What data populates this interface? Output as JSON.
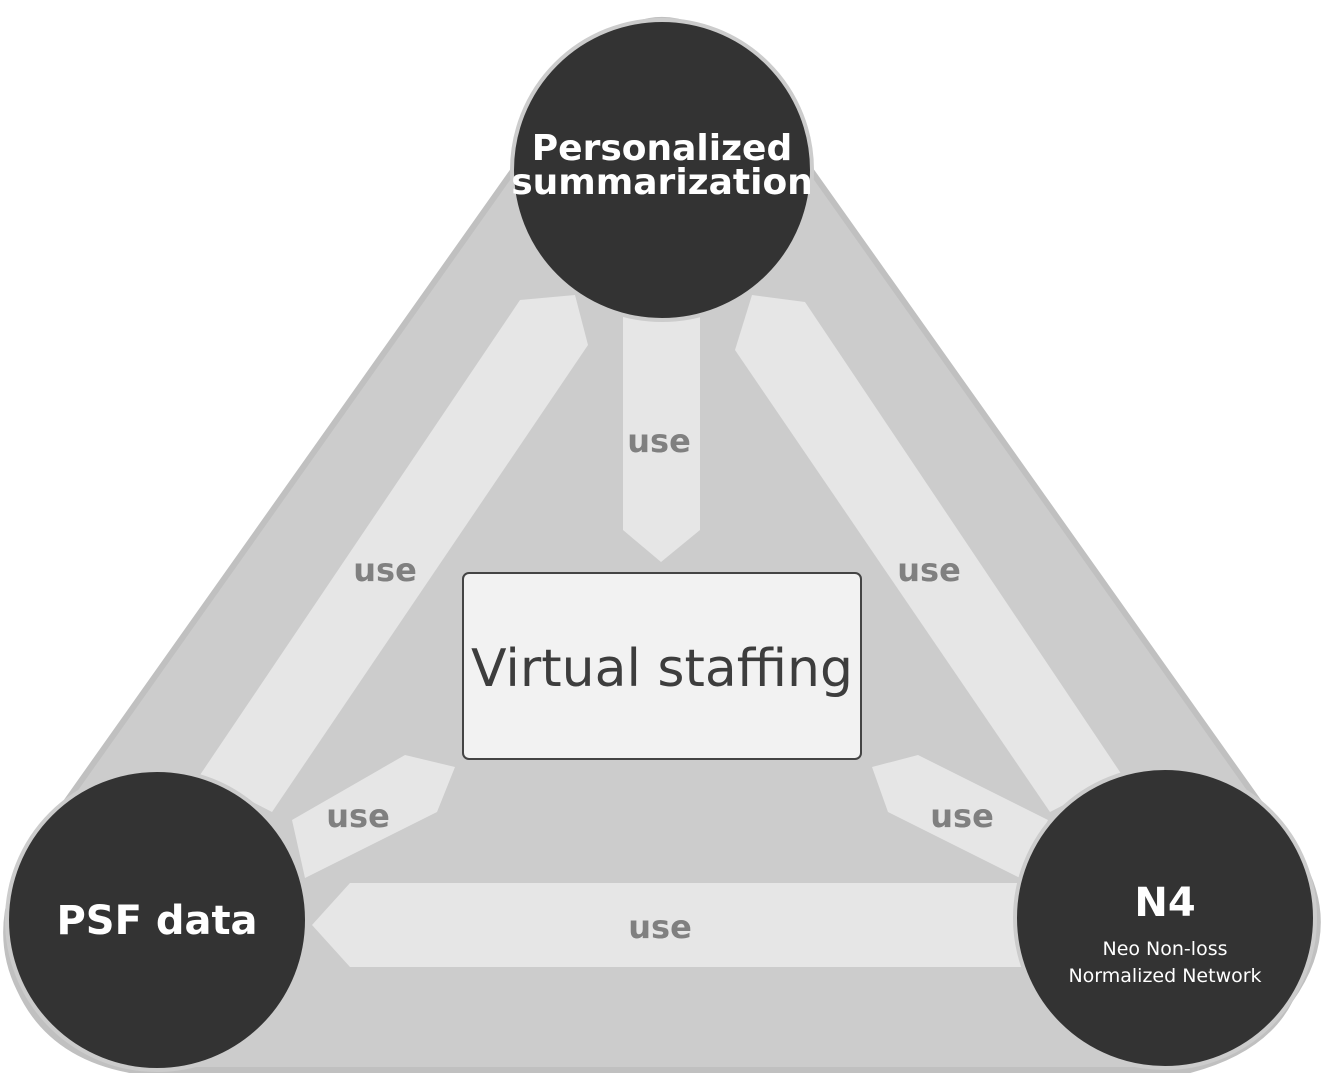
{
  "nodes": {
    "top": {
      "line1": "Personalized",
      "line2": "summarization"
    },
    "left": {
      "title": "PSF data"
    },
    "right": {
      "title": "N4",
      "sub1": "Neo Non-loss",
      "sub2": "Normalized Network"
    }
  },
  "center": {
    "label": "Virtual staffing"
  },
  "edges": {
    "top_to_center": "use",
    "left_to_top": "use",
    "right_to_top": "use",
    "left_to_center": "use",
    "right_to_center": "use",
    "right_to_left": "use"
  },
  "colors": {
    "triangle_fill": "#cccccc",
    "triangle_stroke": "#c0c0c0",
    "arrow_fill": "#e6e6e6",
    "node_fill": "#333333",
    "node_stroke": "#cccccc",
    "center_fill": "#f2f2f2",
    "center_stroke": "#444444"
  }
}
